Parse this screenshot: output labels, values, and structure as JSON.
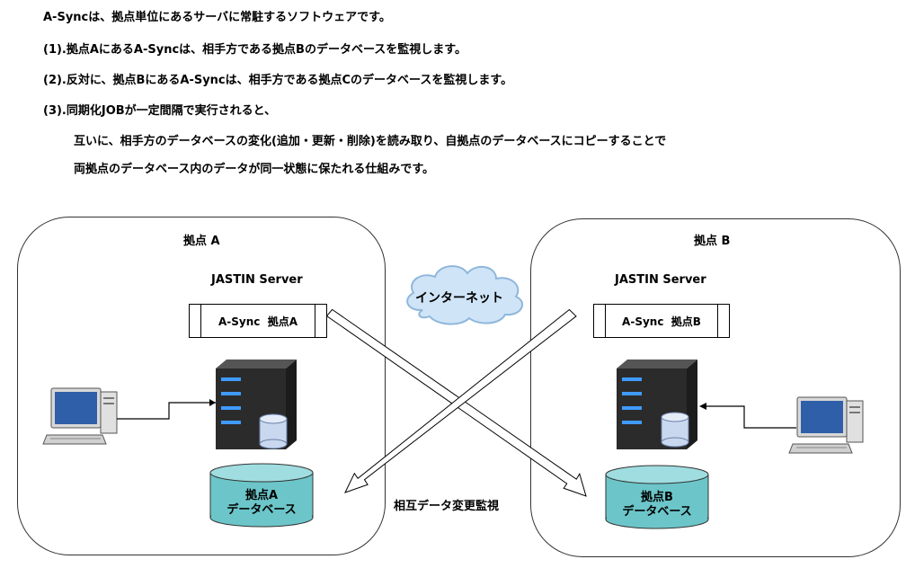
{
  "description": {
    "line1": "A-Syncは、拠点単位にあるサーバに常駐するソフトウェアです。",
    "line2": "(1).拠点AにあるA-Syncは、相手方である拠点Bのデータベースを監視します。",
    "line3": "(2).反対に、拠点BにあるA-Syncは、相手方である拠点Cのデータベースを監視します。",
    "line4": "(3).同期化JOBが一定間隔で実行されると、",
    "line5": "互いに、相手方のデータベースの変化(追加・更新・削除)を読み取り、自拠点のデータベースにコピーすることで",
    "line6": "両拠点のデータベース内のデータが同一状態に保たれる仕組みです。"
  },
  "site_a": {
    "title": "拠点 A",
    "server_label": "JASTIN Server",
    "app_label": "A-Sync  拠点A",
    "db_label_line1": "拠点A",
    "db_label_line2": "データベース"
  },
  "site_b": {
    "title": "拠点 B",
    "server_label": "JASTIN Server",
    "app_label": "A-Sync  拠点B",
    "db_label_line1": "拠点B",
    "db_label_line2": "データベース"
  },
  "cloud_label": "インターネット",
  "center_label": "相互データ変更監視",
  "colors": {
    "db_fill": "#6cc5c9",
    "server_body": "#2b2b2b",
    "server_light": "#3f9bff",
    "cylinder": "#c9d8ee",
    "monitor_screen": "#2f5fa8",
    "cloud_fill": "#cfe4f7"
  }
}
